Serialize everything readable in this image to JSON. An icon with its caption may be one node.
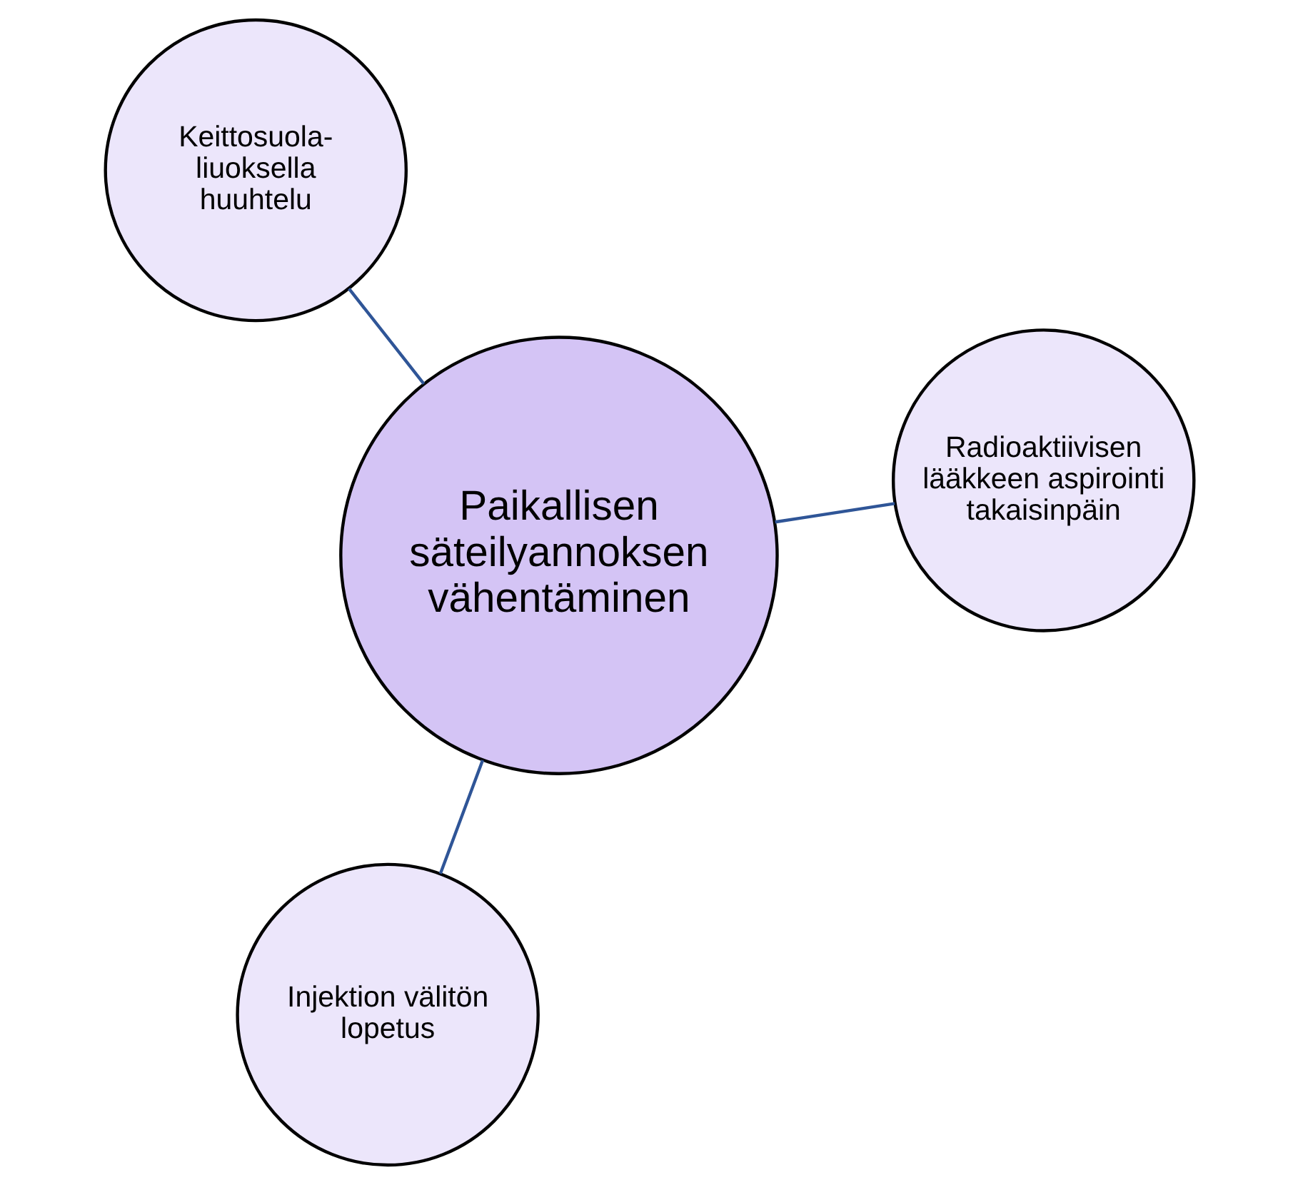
{
  "diagram": {
    "nodes": [
      {
        "text": [
          "Paikallisen säteilyannoksen vähentäminen"
        ]
      },
      {
        "text": [
          "Radioaktiivisen lääkkeen aspirointi takaisinpäin"
        ]
      },
      {
        "text": [
          "Injektion välitön lopetus"
        ]
      },
      {
        "text": [
          "Keittosuola-liuoksella huuhtelu"
        ]
      }
    ],
    "edges": [
      {
        "from": 0,
        "to": 1,
        "arrow": "none"
      },
      {
        "from": 0,
        "to": 2,
        "arrow": "none"
      },
      {
        "from": 0,
        "to": 3,
        "arrow": "none"
      }
    ]
  }
}
